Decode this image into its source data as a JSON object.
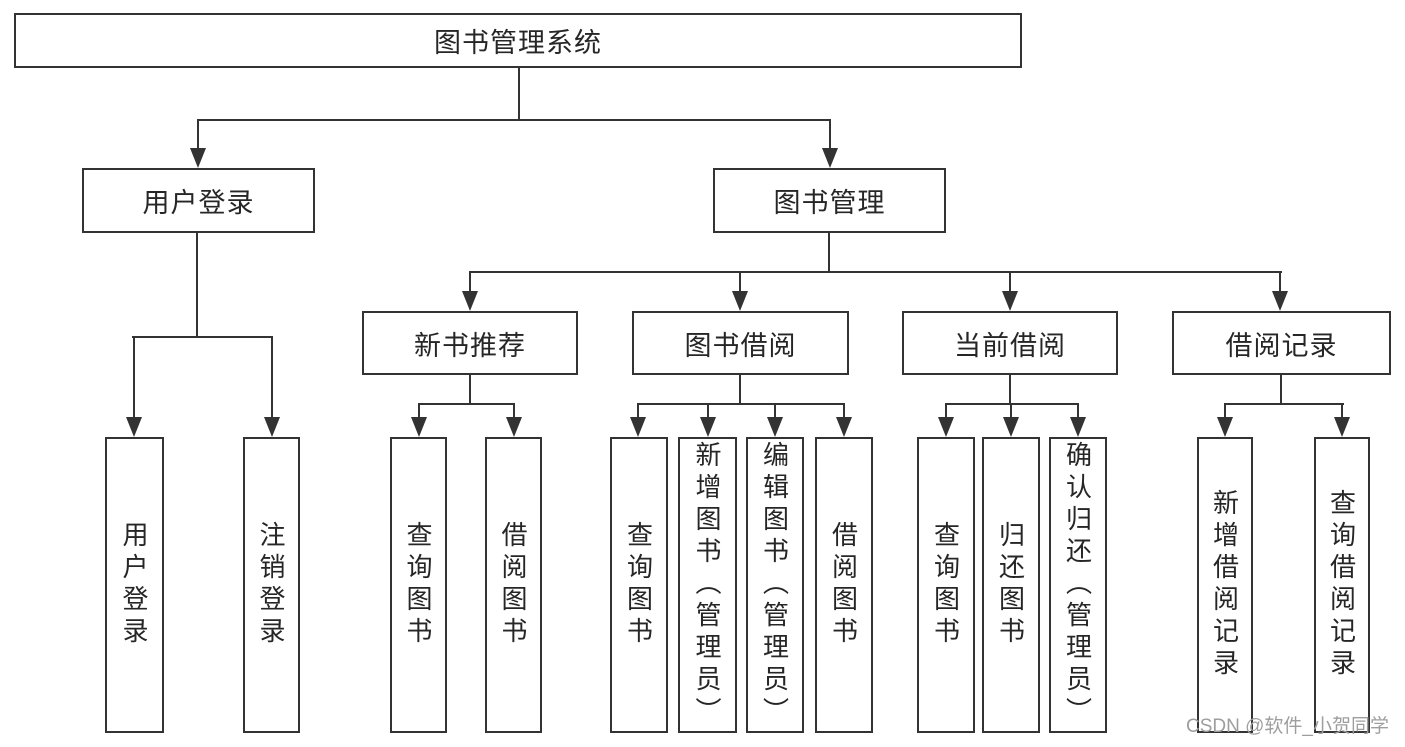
{
  "tree": {
    "root": {
      "label": "图书管理系统"
    },
    "branches": [
      {
        "label": "用户登录",
        "children": [
          {
            "label": "用户登录"
          },
          {
            "label": "注销登录"
          }
        ]
      },
      {
        "label": "图书管理",
        "children": [
          {
            "label": "新书推荐",
            "children": [
              {
                "label": "查询图书"
              },
              {
                "label": "借阅图书"
              }
            ]
          },
          {
            "label": "图书借阅",
            "children": [
              {
                "label": "查询图书"
              },
              {
                "label": "新增图书（管理员）"
              },
              {
                "label": "编辑图书（管理员）"
              },
              {
                "label": "借阅图书"
              }
            ]
          },
          {
            "label": "当前借阅",
            "children": [
              {
                "label": "查询图书"
              },
              {
                "label": "归还图书"
              },
              {
                "label": "确认归还（管理员）"
              }
            ]
          },
          {
            "label": "借阅记录",
            "children": [
              {
                "label": "新增借阅记录"
              },
              {
                "label": "查询借阅记录"
              }
            ]
          }
        ]
      }
    ]
  },
  "watermark": {
    "text": "CSDN @软件_小贺同学"
  },
  "colors": {
    "line": "#333333",
    "box_border": "#333333",
    "box_fill": "#ffffff",
    "text": "#262626",
    "watermark": "#9e9e9e",
    "background": "#ffffff"
  }
}
